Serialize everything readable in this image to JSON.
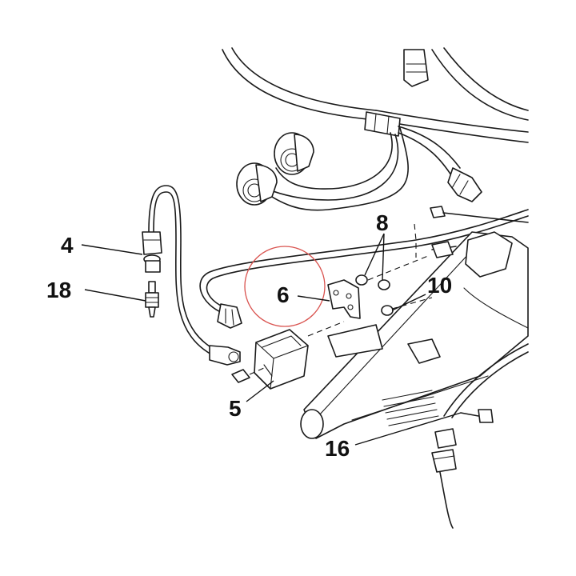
{
  "diagram": {
    "callouts": [
      {
        "id": "4",
        "label": "4"
      },
      {
        "id": "18",
        "label": "18"
      },
      {
        "id": "8",
        "label": "8"
      },
      {
        "id": "6",
        "label": "6"
      },
      {
        "id": "10",
        "label": "10"
      },
      {
        "id": "5",
        "label": "5"
      },
      {
        "id": "16",
        "label": "16"
      }
    ],
    "highlight_color": "#d9534f",
    "ink_color": "#1a1a1a"
  }
}
